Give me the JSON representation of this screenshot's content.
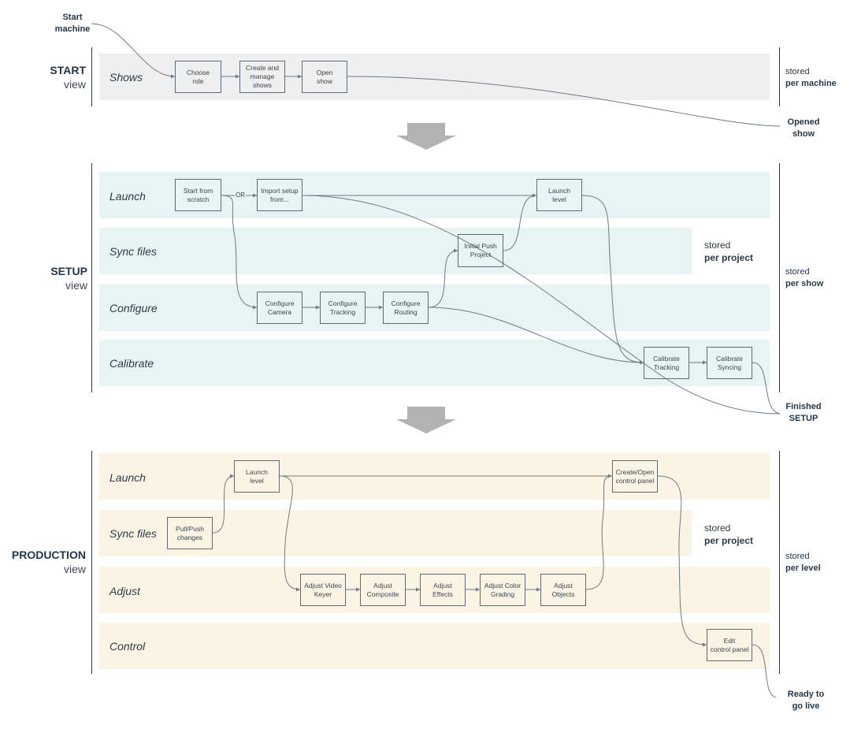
{
  "colors": {
    "start_lane": "#efefef",
    "setup_lane": "#e8f3f3",
    "production_lane": "#fbf3e3",
    "arrow": "#b3b3b3",
    "line": "#6f7a82"
  },
  "start_machine": "Start\nmachine",
  "start": {
    "view_bold": "START",
    "view_normal": "view",
    "lanes": {
      "shows": "Shows"
    },
    "boxes": {
      "choose_role": "Choose\nrole",
      "create_manage": "Create and\nmanage\nshows",
      "open_show": "Open\nshow"
    },
    "stored_normal": "stored",
    "stored_bold": "per machine"
  },
  "opened_show": "Opened\nshow",
  "setup": {
    "view_bold": "SETUP",
    "view_normal": "view",
    "lanes": {
      "launch": "Launch",
      "sync": "Sync files",
      "configure": "Configure",
      "calibrate": "Calibrate"
    },
    "boxes": {
      "start_scratch": "Start from\nscratch",
      "or": "OR",
      "import_setup": "Import setup\nfrom...",
      "launch_level": "Launch\nlevel",
      "initial_push": "Initial Push\nProject",
      "config_camera": "Configure\nCamera",
      "config_tracking": "Configure\nTracking",
      "config_routing": "Configure\nRouting",
      "calib_tracking": "Calibrate\nTracking",
      "calib_syncing": "Calibrate\nSyncing"
    },
    "sync_stored_normal": "stored",
    "sync_stored_bold": "per project",
    "stored_normal": "stored",
    "stored_bold": "per show"
  },
  "finished_setup": "Finished\nSETUP",
  "production": {
    "view_bold": "PRODUCTION",
    "view_normal": "view",
    "lanes": {
      "launch": "Launch",
      "sync": "Sync files",
      "adjust": "Adjust",
      "control": "Control"
    },
    "boxes": {
      "launch_level": "Launch\nlevel",
      "create_open_panel": "Create/Open\ncontrol panel",
      "pull_push": "Pull/Push\nchanges",
      "adjust_keyer": "Adjust Video\nKeyer",
      "adjust_composite": "Adjust\nComposite",
      "adjust_effects": "Adjust\nEffects",
      "adjust_color": "Adjust Color\nGrading",
      "adjust_objects": "Adjust\nObjects",
      "edit_panel": "Edit\ncontrol panel"
    },
    "sync_stored_normal": "stored",
    "sync_stored_bold": "per project",
    "stored_normal": "stored",
    "stored_bold": "per level"
  },
  "ready_live": "Ready to\ngo live"
}
